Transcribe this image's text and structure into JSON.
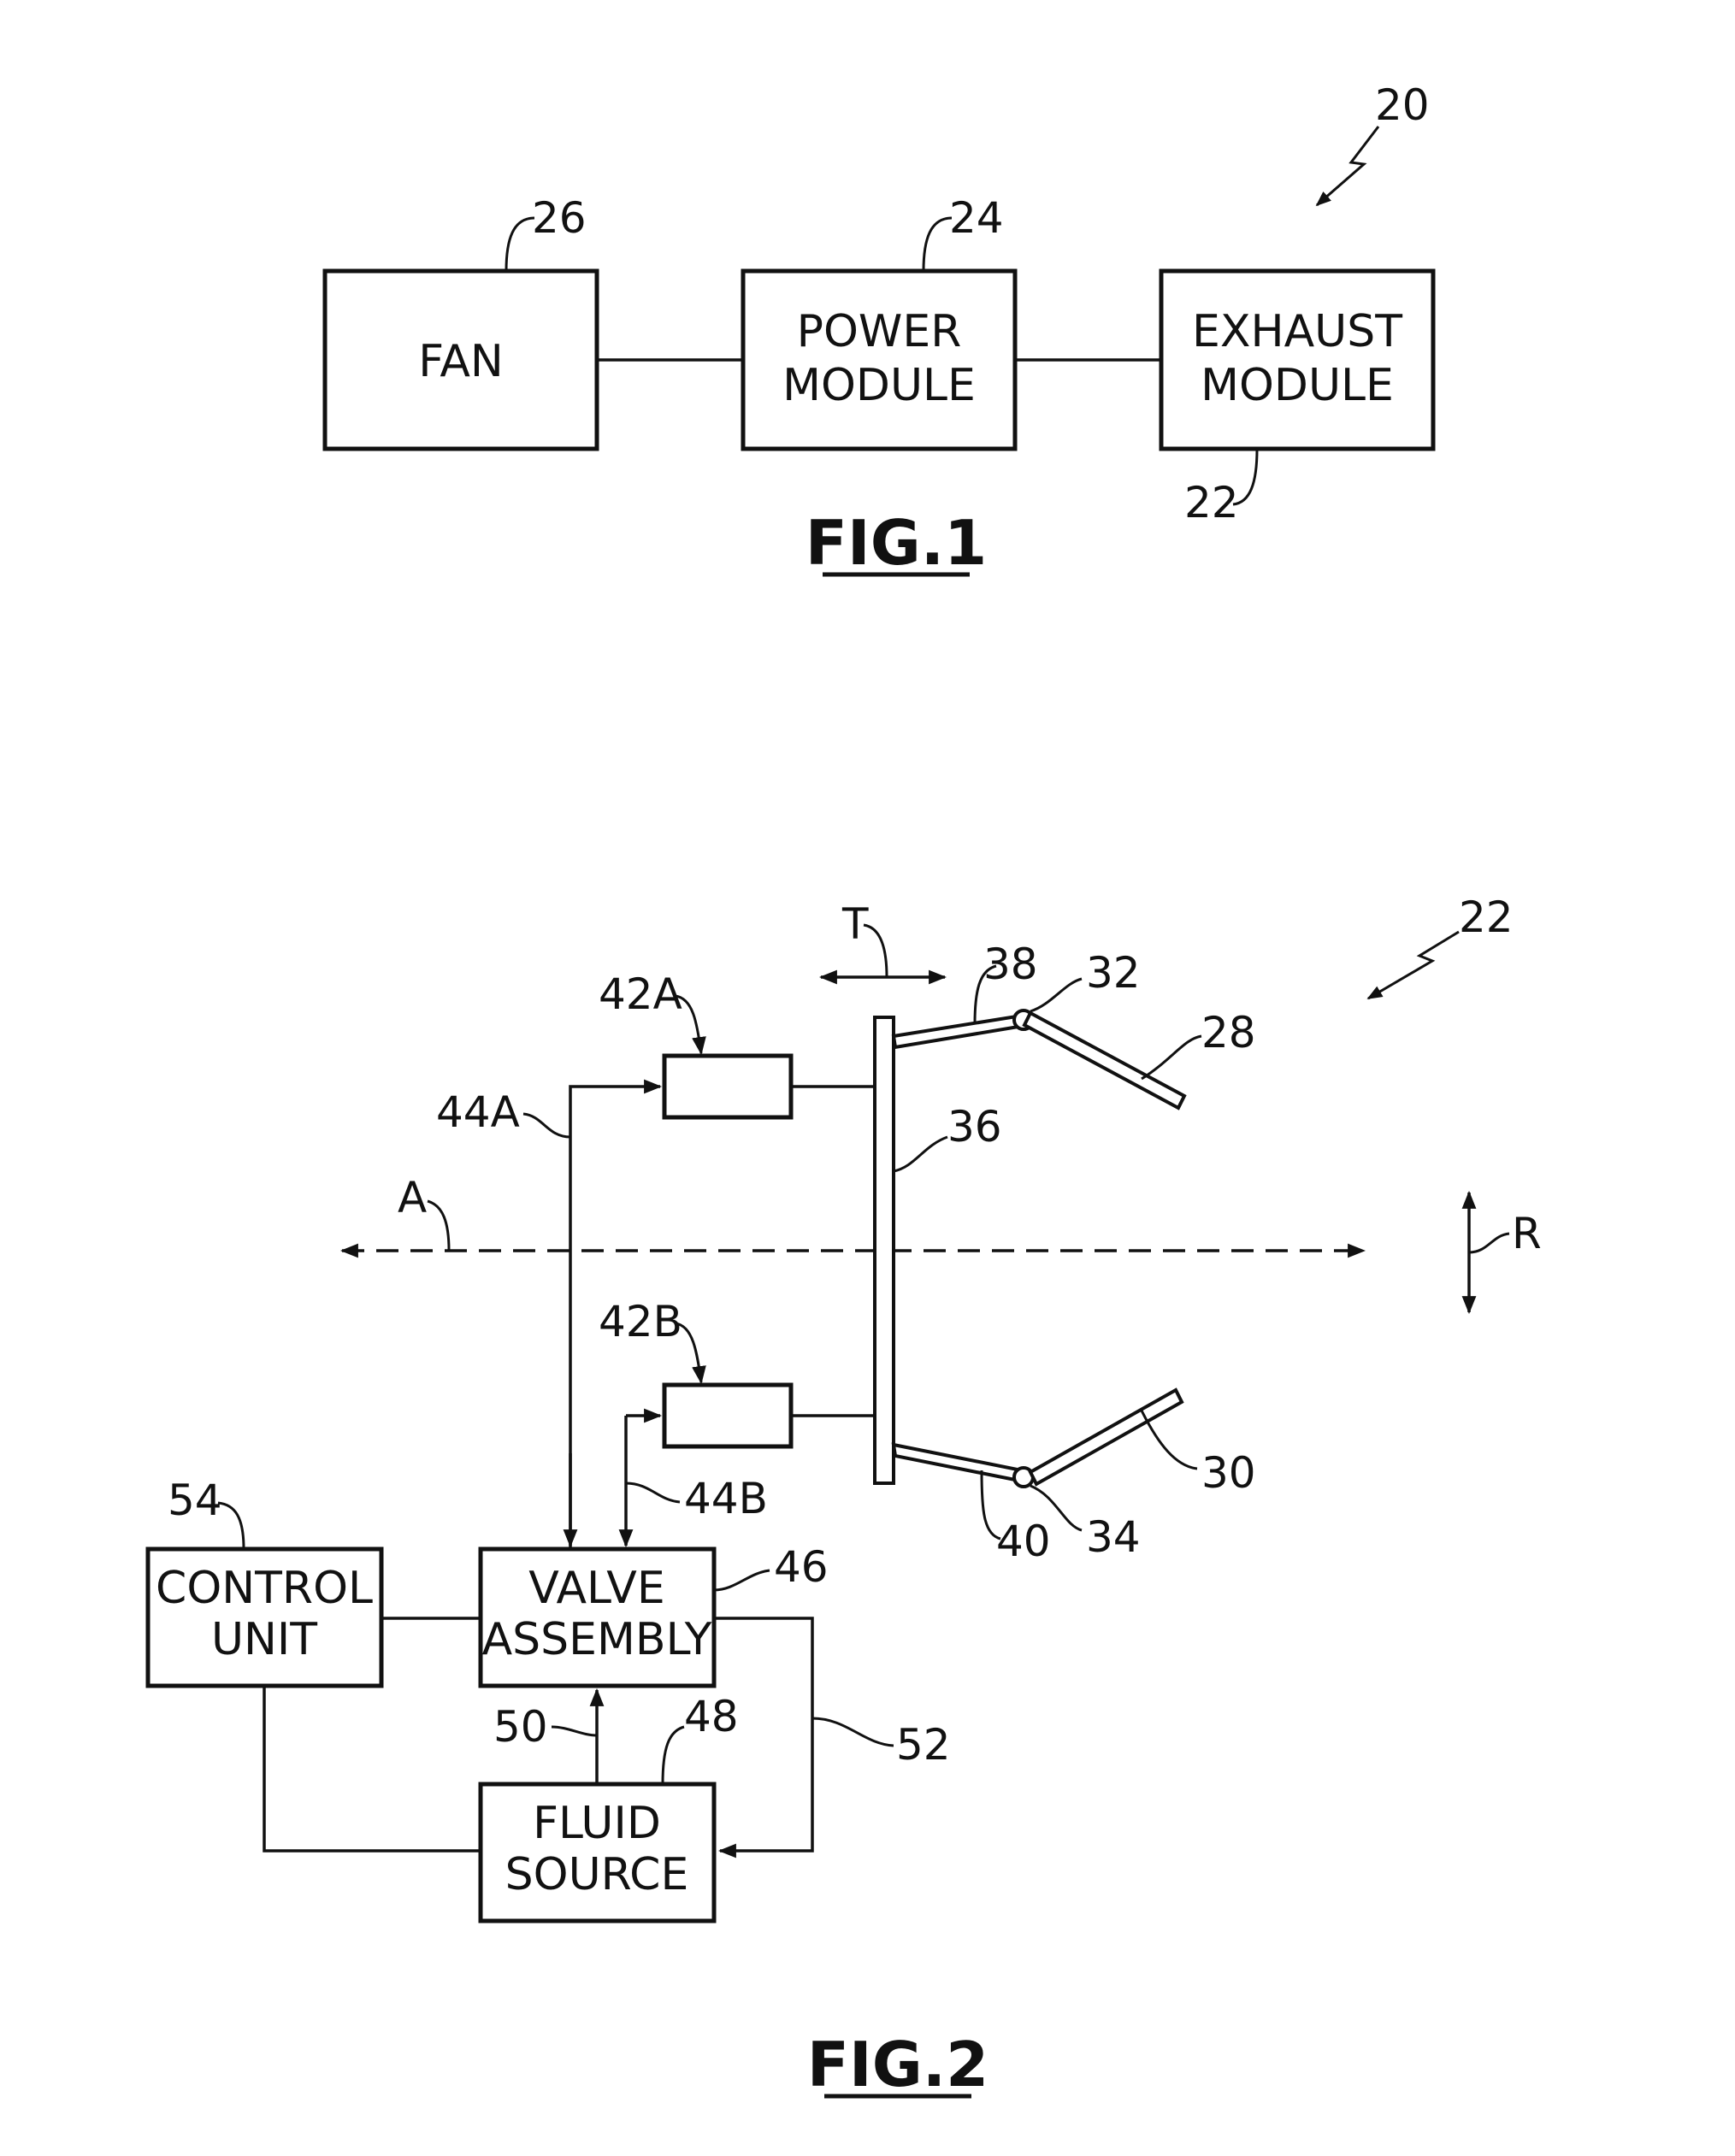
{
  "figure1": {
    "title": "FIG.1",
    "ref_system": "20",
    "fan": {
      "label": "FAN",
      "ref": "26"
    },
    "power_module": {
      "line1": "POWER",
      "line2": "MODULE",
      "ref": "24"
    },
    "exhaust_module": {
      "line1": "EXHAUST",
      "line2": "MODULE",
      "ref": "22"
    }
  },
  "figure2": {
    "title": "FIG.2",
    "ref_nozzle": "22",
    "labels": {
      "t": "T",
      "a": "A",
      "r": "R",
      "r28": "28",
      "r30": "30",
      "r32": "32",
      "r34": "34",
      "r36": "36",
      "r38": "38",
      "r40": "40",
      "r42a": "42A",
      "r42b": "42B",
      "r44a": "44A",
      "r44b": "44B",
      "r46": "46",
      "r48": "48",
      "r50": "50",
      "r52": "52",
      "r54": "54"
    },
    "control_unit": {
      "line1": "CONTROL",
      "line2": "UNIT"
    },
    "valve_assembly": {
      "line1": "VALVE",
      "line2": "ASSEMBLY"
    },
    "fluid_source": {
      "line1": "FLUID",
      "line2": "SOURCE"
    }
  }
}
